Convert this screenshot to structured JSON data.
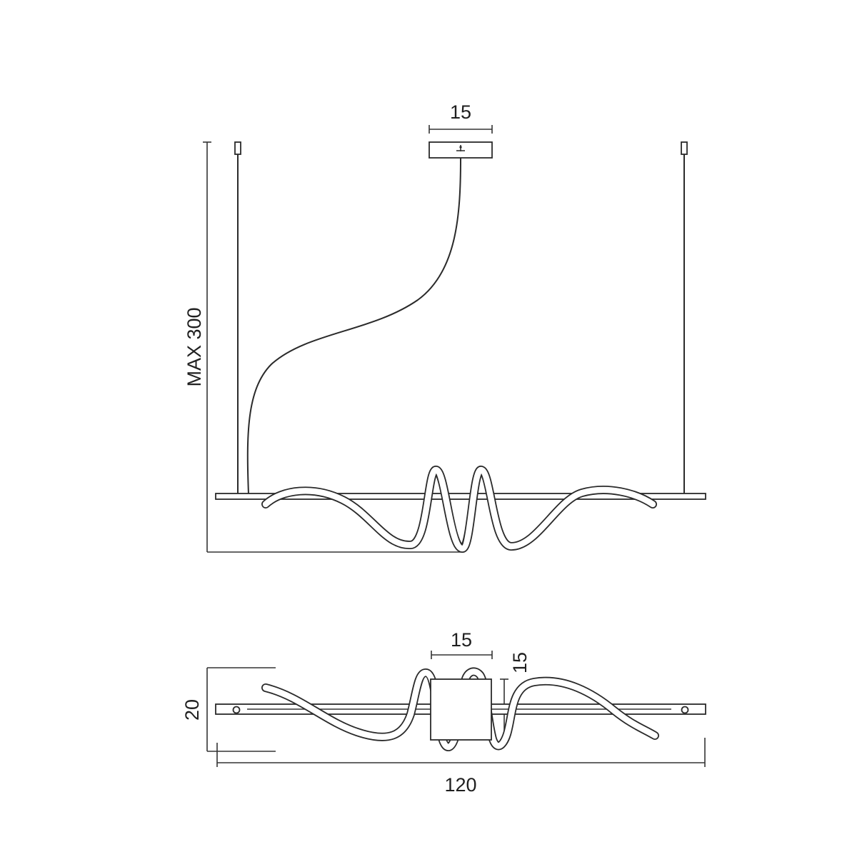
{
  "front_view": {
    "canopy_width_label": "15",
    "height_label": "MAX 300"
  },
  "top_view": {
    "canopy_width_label": "15",
    "canopy_depth_label": "15",
    "depth_label": "20",
    "length_label": "120"
  }
}
